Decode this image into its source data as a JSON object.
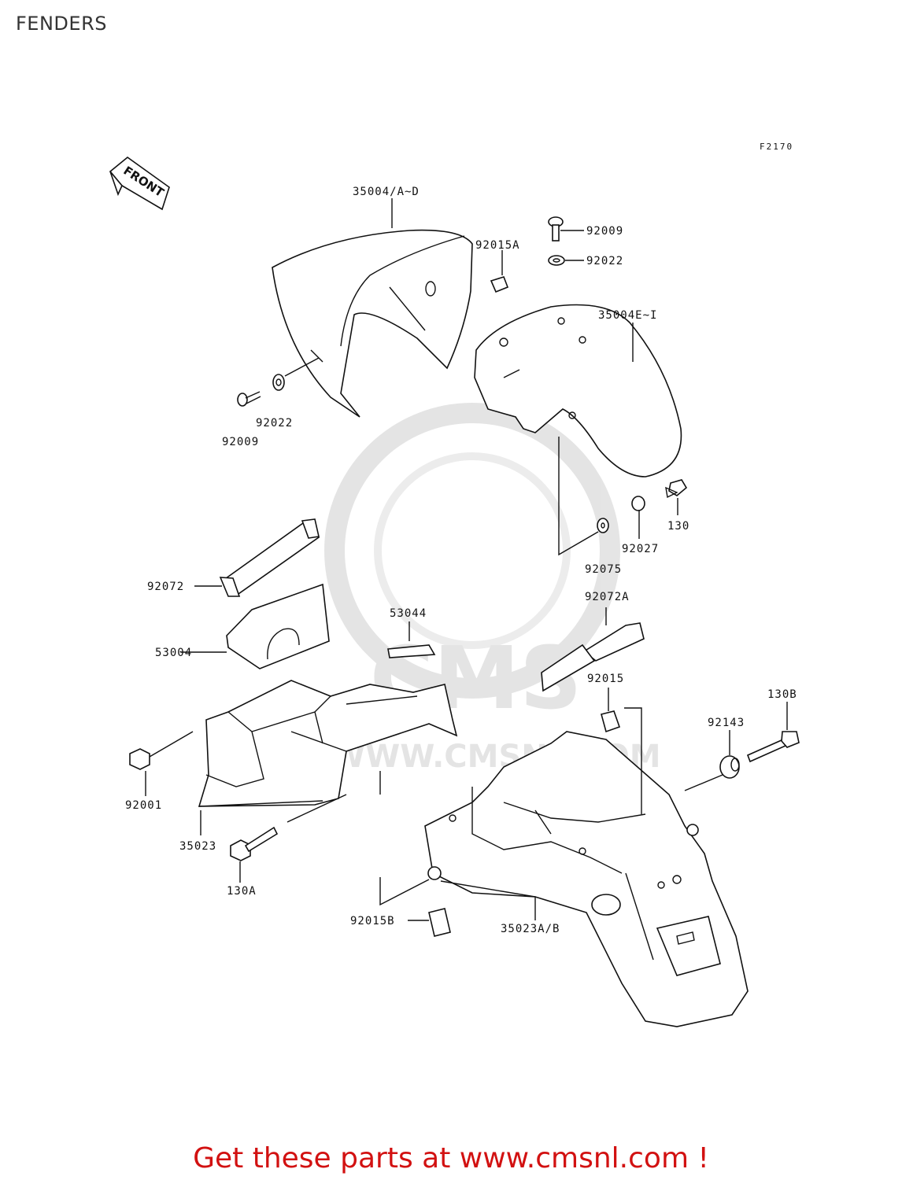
{
  "page": {
    "title": "FENDERS"
  },
  "diagram": {
    "code": "F2170",
    "front_label": "FRONT",
    "watermark": {
      "brand": "CMS",
      "url": "WWW.CMSNL.COM"
    },
    "parts": {
      "p35004AD": "35004/A~D",
      "p92015A": "92015A",
      "p92009top": "92009",
      "p92022top": "92022",
      "p35004EI": "35004E~I",
      "p92022left": "92022",
      "p92009left": "92009",
      "p130": "130",
      "p92027": "92027",
      "p92075": "92075",
      "p92072": "92072",
      "p92072A": "92072A",
      "p53044": "53044",
      "p53004": "53004",
      "p92015": "92015",
      "p130B": "130B",
      "p92143": "92143",
      "p92001": "92001",
      "p35023": "35023",
      "p130A": "130A",
      "p92015B": "92015B",
      "p35023AB": "35023A/B"
    }
  },
  "promo": {
    "text": "Get these parts at www.cmsnl.com !"
  },
  "colors": {
    "promo": "#d21111",
    "line": "#111111",
    "watermark": "#cfcfcf"
  }
}
